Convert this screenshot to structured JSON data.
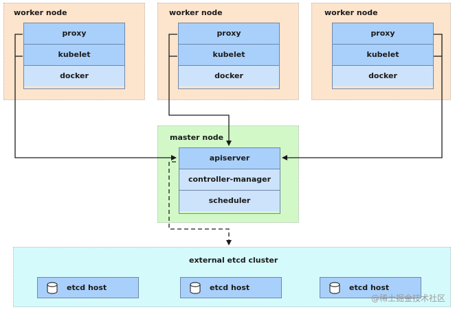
{
  "workers": [
    {
      "title": "worker node",
      "components": [
        "proxy",
        "kubelet",
        "docker"
      ]
    },
    {
      "title": "worker node",
      "components": [
        "proxy",
        "kubelet",
        "docker"
      ]
    },
    {
      "title": "worker node",
      "components": [
        "proxy",
        "kubelet",
        "docker"
      ]
    }
  ],
  "master": {
    "title": "master node",
    "components": [
      "apiserver",
      "controller-manager",
      "scheduler"
    ]
  },
  "etcd_cluster": {
    "title": "external etcd cluster",
    "hosts": [
      "etcd host",
      "etcd host",
      "etcd host"
    ],
    "host_icon": "database-icon"
  },
  "colors": {
    "worker_bg": "#fde4cc",
    "master_bg": "#d2f8c8",
    "etcd_bg": "#d5fafc",
    "component_dark": "#a9d0fb",
    "component_light": "#cde3fb",
    "connector": "#1a1a1a"
  },
  "watermark": "@稀土掘金技术社区"
}
